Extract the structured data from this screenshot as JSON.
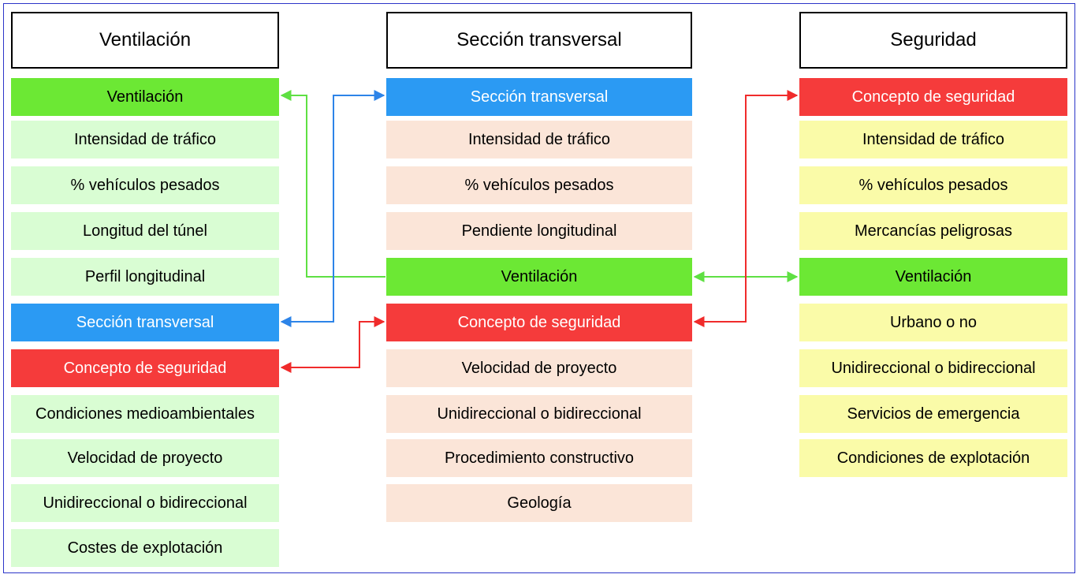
{
  "colors": {
    "green": "#6ce834",
    "blue": "#2b9af3",
    "red": "#f53b3b",
    "light_green": "#d9fdd3",
    "light_peach": "#fbe5d8",
    "light_yellow": "#fafba8",
    "arrow_green": "#5fe043",
    "arrow_blue": "#2d84e8",
    "arrow_red": "#f02b2b"
  },
  "columns": [
    {
      "header": "Ventilación",
      "cells": [
        {
          "label": "Ventilación",
          "color": "green"
        },
        {
          "label": "Intensidad de tráfico",
          "color": "light_green"
        },
        {
          "label": "% vehículos pesados",
          "color": "light_green"
        },
        {
          "label": "Longitud del túnel",
          "color": "light_green"
        },
        {
          "label": "Perfil longitudinal",
          "color": "light_green"
        },
        {
          "label": "Sección transversal",
          "color": "blue"
        },
        {
          "label": "Concepto de seguridad",
          "color": "red"
        },
        {
          "label": "Condiciones medioambientales",
          "color": "light_green"
        },
        {
          "label": "Velocidad de proyecto",
          "color": "light_green"
        },
        {
          "label": "Unidireccional o bidireccional",
          "color": "light_green"
        },
        {
          "label": "Costes de explotación",
          "color": "light_green"
        }
      ]
    },
    {
      "header": "Sección transversal",
      "cells": [
        {
          "label": "Sección transversal",
          "color": "blue"
        },
        {
          "label": "Intensidad de tráfico",
          "color": "light_peach"
        },
        {
          "label": "% vehículos pesados",
          "color": "light_peach"
        },
        {
          "label": "Pendiente longitudinal",
          "color": "light_peach"
        },
        {
          "label": "Ventilación",
          "color": "green"
        },
        {
          "label": "Concepto de seguridad",
          "color": "red"
        },
        {
          "label": "Velocidad de proyecto",
          "color": "light_peach"
        },
        {
          "label": "Unidireccional o bidireccional",
          "color": "light_peach"
        },
        {
          "label": "Procedimiento constructivo",
          "color": "light_peach"
        },
        {
          "label": "Geología",
          "color": "light_peach"
        }
      ]
    },
    {
      "header": "Seguridad",
      "cells": [
        {
          "label": "Concepto de seguridad",
          "color": "red"
        },
        {
          "label": "Intensidad de tráfico",
          "color": "light_yellow"
        },
        {
          "label": "% vehículos pesados",
          "color": "light_yellow"
        },
        {
          "label": "Mercancías peligrosas",
          "color": "light_yellow"
        },
        {
          "label": "Ventilación",
          "color": "green"
        },
        {
          "label": "Urbano o no",
          "color": "light_yellow"
        },
        {
          "label": "Unidireccional o bidireccional",
          "color": "light_yellow"
        },
        {
          "label": "Servicios de emergencia",
          "color": "light_yellow"
        },
        {
          "label": "Condiciones de explotación",
          "color": "light_yellow"
        }
      ]
    }
  ],
  "connectors": [
    {
      "from": "Sección transversal / Ventilación",
      "to": "Ventilación / Ventilación",
      "color": "arrow_green"
    },
    {
      "from": "Sección transversal / Ventilación",
      "to": "Seguridad / Ventilación",
      "color": "arrow_green"
    },
    {
      "from": "Ventilación / Sección transversal",
      "to": "Sección transversal / Sección transversal",
      "color": "arrow_blue"
    },
    {
      "from": "Ventilación / Concepto de seguridad",
      "to": "Sección transversal / Concepto de seguridad",
      "color": "arrow_red"
    },
    {
      "from": "Sección transversal / Concepto de seguridad",
      "to": "Seguridad / Concepto de seguridad",
      "color": "arrow_red"
    }
  ]
}
